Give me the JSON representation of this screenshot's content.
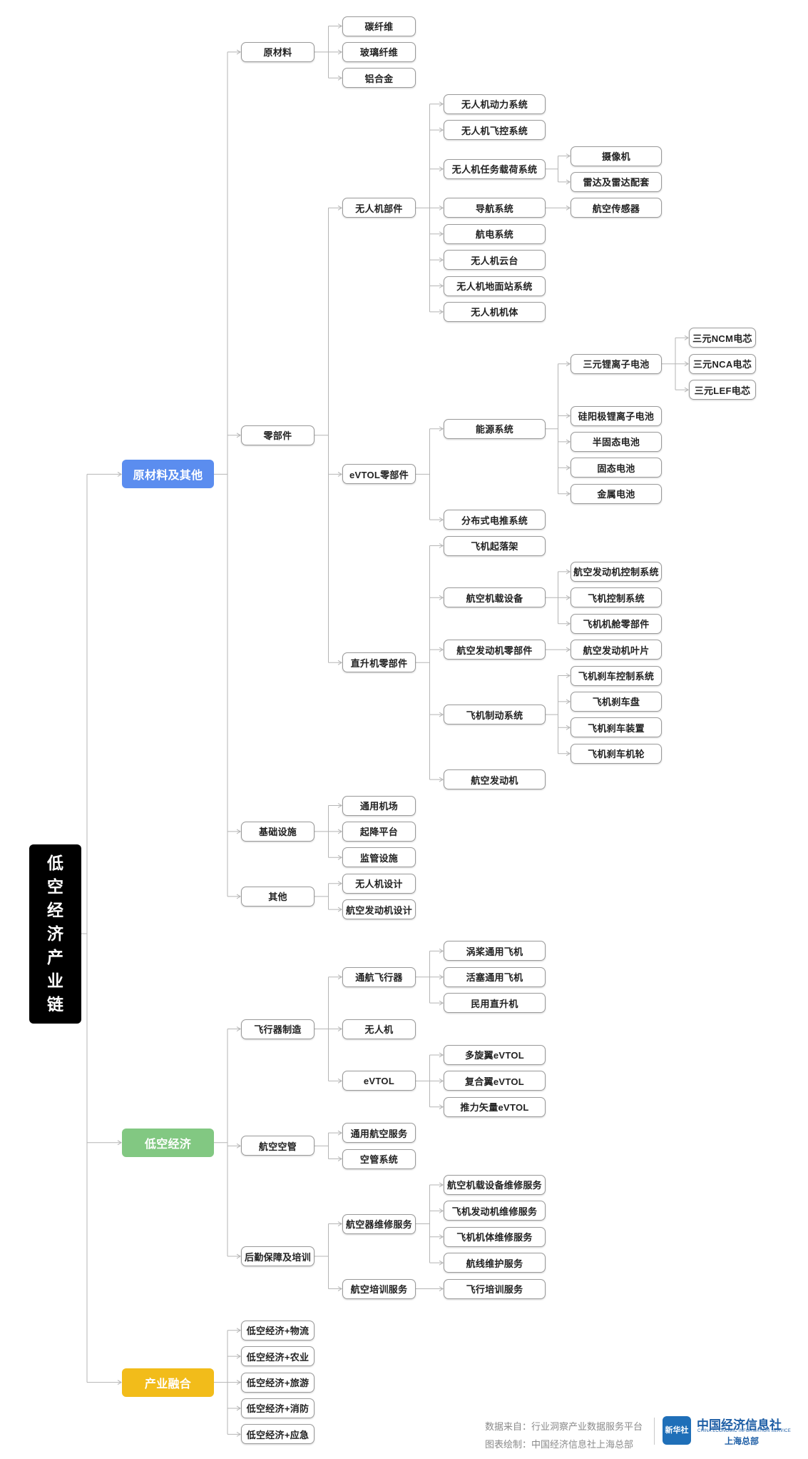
{
  "root": "低空经济产业链",
  "colors": {
    "blue": "#5b8def",
    "green": "#82c882",
    "yellow": "#f2bc1a",
    "line": "#b5b5b5"
  },
  "tree": [
    {
      "id": "c1",
      "label": "原材料及其他",
      "color": "#5b8def",
      "children": [
        {
          "label": "原材料",
          "children": [
            {
              "label": "碳纤维"
            },
            {
              "label": "玻璃纤维"
            },
            {
              "label": "铝合金"
            }
          ]
        },
        {
          "label": "零部件",
          "children": [
            {
              "label": "无人机部件",
              "children": [
                {
                  "label": "无人机动力系统"
                },
                {
                  "label": "无人机飞控系统"
                },
                {
                  "label": "无人机任务载荷系统",
                  "children": [
                    {
                      "label": "摄像机"
                    },
                    {
                      "label": "雷达及雷达配套"
                    }
                  ]
                },
                {
                  "label": "导航系统",
                  "children": [
                    {
                      "label": "航空传感器"
                    }
                  ]
                },
                {
                  "label": "航电系统"
                },
                {
                  "label": "无人机云台"
                },
                {
                  "label": "无人机地面站系统"
                },
                {
                  "label": "无人机机体"
                }
              ]
            },
            {
              "label": "eVTOL零部件",
              "children": [
                {
                  "label": "能源系统",
                  "children": [
                    {
                      "label": "三元锂离子电池",
                      "children": [
                        {
                          "label": "三元NCM电芯"
                        },
                        {
                          "label": "三元NCA电芯"
                        },
                        {
                          "label": "三元LEF电芯"
                        }
                      ]
                    },
                    {
                      "label": "硅阳极锂离子电池"
                    },
                    {
                      "label": "半固态电池"
                    },
                    {
                      "label": "固态电池"
                    },
                    {
                      "label": "金属电池"
                    }
                  ]
                },
                {
                  "label": "分布式电推系统"
                }
              ]
            },
            {
              "label": "直升机零部件",
              "children": [
                {
                  "label": "飞机起落架"
                },
                {
                  "label": "航空机载设备",
                  "children": [
                    {
                      "label": "航空发动机控制系统"
                    },
                    {
                      "label": "飞机控制系统"
                    },
                    {
                      "label": "飞机机舱零部件"
                    }
                  ]
                },
                {
                  "label": "航空发动机零部件",
                  "children": [
                    {
                      "label": "航空发动机叶片"
                    }
                  ]
                },
                {
                  "label": "飞机制动系统",
                  "children": [
                    {
                      "label": "飞机刹车控制系统"
                    },
                    {
                      "label": "飞机刹车盘"
                    },
                    {
                      "label": "飞机刹车装置"
                    },
                    {
                      "label": "飞机刹车机轮"
                    }
                  ]
                },
                {
                  "label": "航空发动机"
                }
              ]
            }
          ]
        },
        {
          "label": "基础设施",
          "children": [
            {
              "label": "通用机场"
            },
            {
              "label": "起降平台"
            },
            {
              "label": "监管设施"
            }
          ]
        },
        {
          "label": "其他",
          "children": [
            {
              "label": "无人机设计"
            },
            {
              "label": "航空发动机设计"
            }
          ]
        }
      ]
    },
    {
      "id": "c2",
      "label": "低空经济",
      "color": "#82c882",
      "children": [
        {
          "label": "飞行器制造",
          "children": [
            {
              "label": "通航飞行器",
              "children": [
                {
                  "label": "涡桨通用飞机"
                },
                {
                  "label": "活塞通用飞机"
                },
                {
                  "label": "民用直升机"
                }
              ]
            },
            {
              "label": "无人机"
            },
            {
              "label": "eVTOL",
              "children": [
                {
                  "label": "多旋翼eVTOL"
                },
                {
                  "label": "复合翼eVTOL"
                },
                {
                  "label": "推力矢量eVTOL"
                }
              ]
            }
          ]
        },
        {
          "label": "航空空管",
          "children": [
            {
              "label": "通用航空服务"
            },
            {
              "label": "空管系统"
            }
          ]
        },
        {
          "label": "后勤保障及培训",
          "children": [
            {
              "label": "航空器维修服务",
              "children": [
                {
                  "label": "航空机载设备维修服务"
                },
                {
                  "label": "飞机发动机维修服务"
                },
                {
                  "label": "飞机机体维修服务"
                },
                {
                  "label": "航线维护服务"
                }
              ]
            },
            {
              "label": "航空培训服务",
              "children": [
                {
                  "label": "飞行培训服务"
                }
              ]
            }
          ]
        }
      ]
    },
    {
      "id": "c3",
      "label": "产业融合",
      "color": "#f2bc1a",
      "children": [
        {
          "label": "低空经济+物流"
        },
        {
          "label": "低空经济+农业"
        },
        {
          "label": "低空经济+旅游"
        },
        {
          "label": "低空经济+消防"
        },
        {
          "label": "低空经济+应急"
        }
      ]
    }
  ],
  "footer": {
    "source": "数据来自：行业洞察产业数据服务平台",
    "drawn": "图表绘制：中国经济信息社上海总部",
    "badge": "新华社",
    "org": "中国经济信息社",
    "org_en": "CHINA ECONOMIC INFORMATION SERVICE",
    "branch": "上海总部"
  }
}
